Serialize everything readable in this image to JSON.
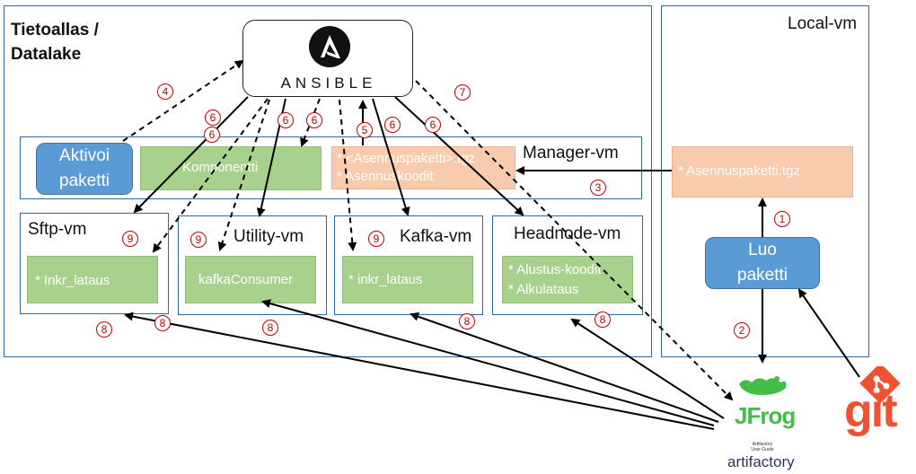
{
  "regions": {
    "datalake_title": "Tietoallas /\nDatalake",
    "local_title": "Local-vm",
    "manager_title": "Manager-vm",
    "sftp_title": "Sftp-vm",
    "utility_title": "Utility-vm",
    "kafka_title": "Kafka-vm",
    "headnode_title": "Headnode-vm"
  },
  "boxes": {
    "aktivoi": "Aktivoi\npaketti",
    "komponentti": "Komponentti",
    "asennus_manager": "* <Asennuspaketti>.tgz\n* Asennuskoodit",
    "asennus_local": "* Asennuspaketti.tgz",
    "luo": "Luo\npaketti",
    "sftp": "* Inkr_lataus",
    "utility": "kafkaConsumer",
    "kafka": "* inkr_lataus",
    "headnode": "* Alustus-koodit\n* Alkulataus"
  },
  "logos": {
    "ansible_text": "ANSIBLE",
    "ansible_icon": "ansible-a-logo",
    "jfrog_text": "JFrog",
    "artifactory_small": "Artifactory\nUser Guide",
    "artifactory_text": "artifactory",
    "git_text": "git"
  },
  "steps": [
    "1",
    "2",
    "3",
    "4",
    "5",
    "6",
    "6",
    "6",
    "6",
    "6",
    "6",
    "7",
    "8",
    "8",
    "8",
    "8",
    "8",
    "9",
    "9",
    "9"
  ],
  "colors": {
    "frame": "#2f6a9a",
    "green": "#a9d18e",
    "peach": "#f8cbad",
    "blue": "#5b9bd5",
    "step": "#c00000",
    "git": "#f05033",
    "jfrog": "#40be46"
  }
}
